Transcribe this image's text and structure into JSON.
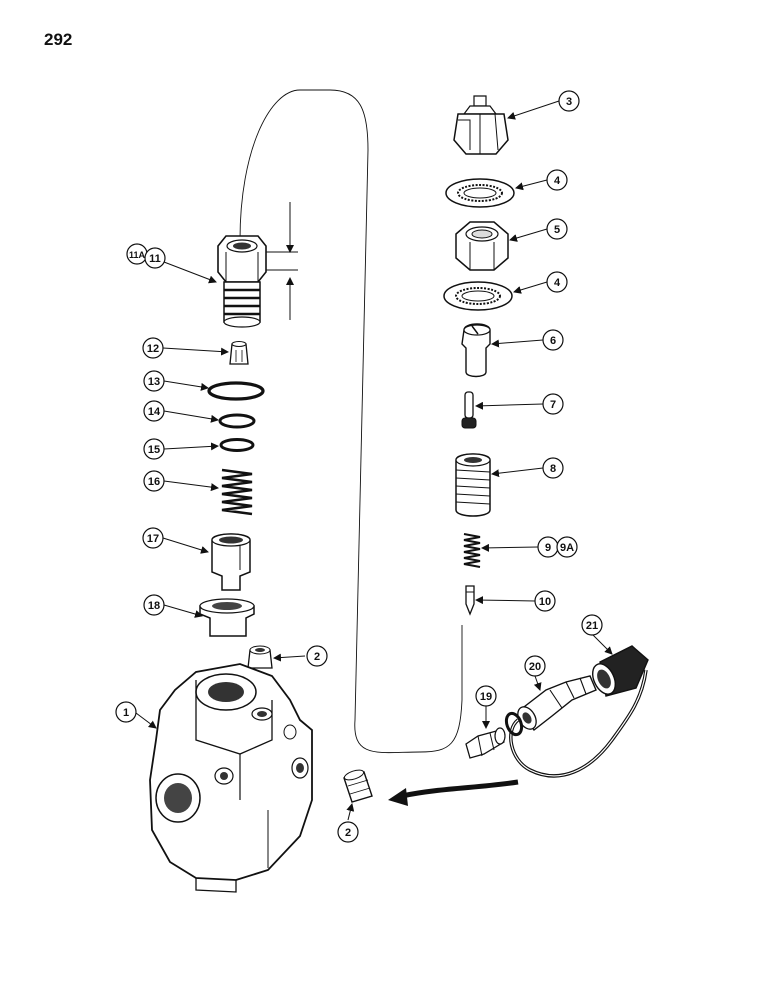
{
  "page_number": "292",
  "callouts": [
    {
      "id": "c1",
      "label": "1"
    },
    {
      "id": "c2a",
      "label": "2"
    },
    {
      "id": "c2b",
      "label": "2"
    },
    {
      "id": "c3",
      "label": "3"
    },
    {
      "id": "c4a",
      "label": "4"
    },
    {
      "id": "c4b",
      "label": "4"
    },
    {
      "id": "c5",
      "label": "5"
    },
    {
      "id": "c6",
      "label": "6"
    },
    {
      "id": "c7",
      "label": "7"
    },
    {
      "id": "c8",
      "label": "8"
    },
    {
      "id": "c9",
      "label": "9"
    },
    {
      "id": "c9a",
      "label": "9A"
    },
    {
      "id": "c10",
      "label": "10"
    },
    {
      "id": "c11a",
      "label": "11A"
    },
    {
      "id": "c11",
      "label": "11"
    },
    {
      "id": "c12",
      "label": "12"
    },
    {
      "id": "c13",
      "label": "13"
    },
    {
      "id": "c14",
      "label": "14"
    },
    {
      "id": "c15",
      "label": "15"
    },
    {
      "id": "c16",
      "label": "16"
    },
    {
      "id": "c17",
      "label": "17"
    },
    {
      "id": "c18",
      "label": "18"
    },
    {
      "id": "c19",
      "label": "19"
    },
    {
      "id": "c20",
      "label": "20"
    },
    {
      "id": "c21",
      "label": "21"
    }
  ]
}
